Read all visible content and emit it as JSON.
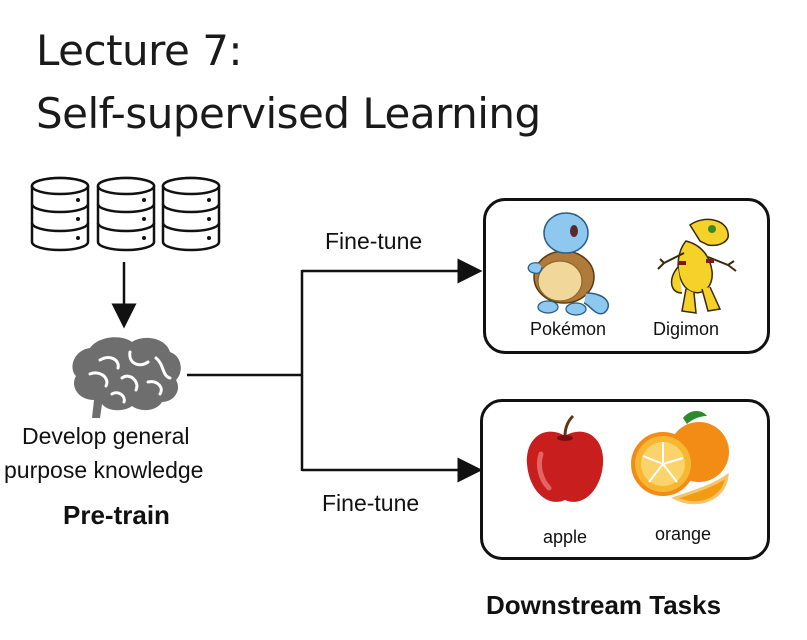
{
  "title_line1": "Lecture 7:",
  "title_line2": "Self-supervised Learning",
  "pretrain": {
    "description_line1": "Develop general",
    "description_line2": "purpose knowledge",
    "label": "Pre-train"
  },
  "edges": {
    "top_label": "Fine-tune",
    "bottom_label": "Fine-tune"
  },
  "tasks": {
    "top": {
      "item1": "Pokémon",
      "item2": "Digimon"
    },
    "bottom": {
      "item1": "apple",
      "item2": "orange"
    },
    "caption": "Downstream Tasks"
  },
  "icons": [
    "database-icon",
    "brain-icon",
    "squirtle-image",
    "agumon-image",
    "apple-image",
    "orange-image"
  ]
}
